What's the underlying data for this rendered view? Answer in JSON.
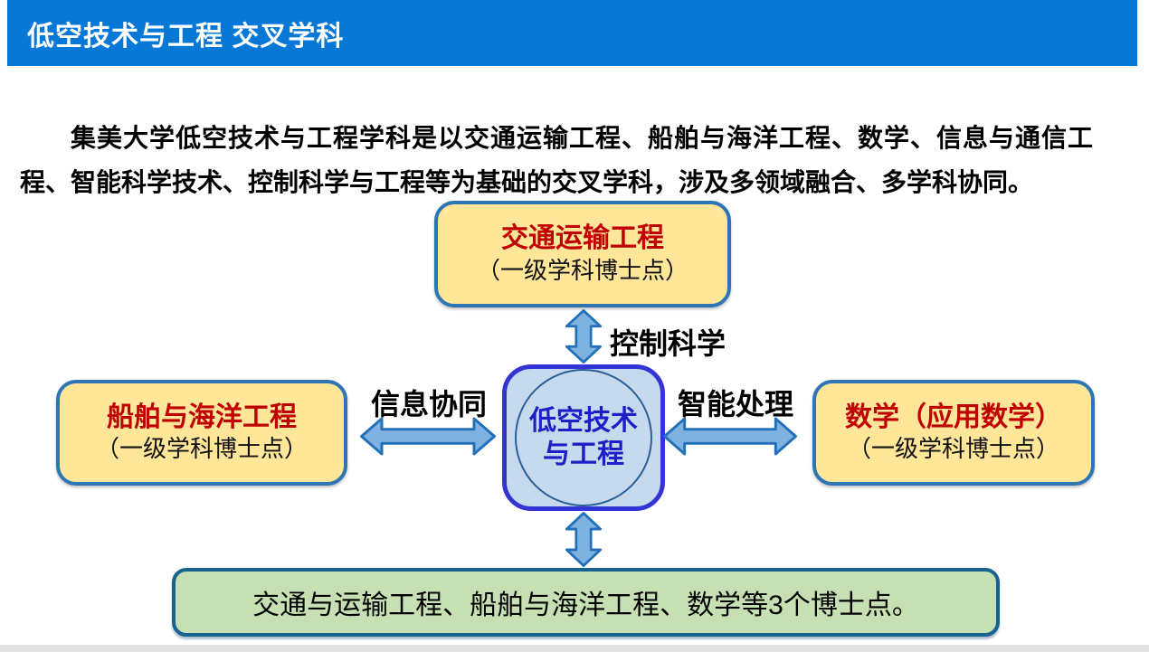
{
  "slide": {
    "title": "低空技术与工程 交叉学科",
    "intro": "集美大学低空技术与工程学科是以交通运输工程、船舶与海洋工程、数学、信息与通信工程、智能科学技术、控制科学与工程等为基础的交叉学科，涉及多领域融合、多学科协同。"
  },
  "diagram": {
    "center": {
      "line1": "低空技术",
      "line2": "与工程"
    },
    "nodes": {
      "top": {
        "title": "交通运输工程",
        "subtitle": "（一级学科博士点）"
      },
      "left": {
        "title": "船舶与海洋工程",
        "subtitle": "（一级学科博士点）"
      },
      "right": {
        "title": "数学（应用数学）",
        "subtitle": "（一级学科博士点）"
      }
    },
    "edges": {
      "top_label": "控制科学",
      "left_label": "信息协同",
      "right_label": "智能处理"
    },
    "footer": "交通与运输工程、船舶与海洋工程、数学等3个博士点。"
  },
  "colors": {
    "header_bg": "#0778D6",
    "node_fill": "#FFE699",
    "node_border": "#2E75B6",
    "node_title_color": "#C00000",
    "center_fill": "#C7D9ED",
    "center_border": "#3434D6",
    "center_text": "#1F1FC8",
    "circle_stroke": "#2A6099",
    "arrow_fill": "#7FB2E0",
    "arrow_stroke": "#2270B8",
    "footer_fill": "#C6E0B4",
    "footer_border": "#17628F"
  }
}
